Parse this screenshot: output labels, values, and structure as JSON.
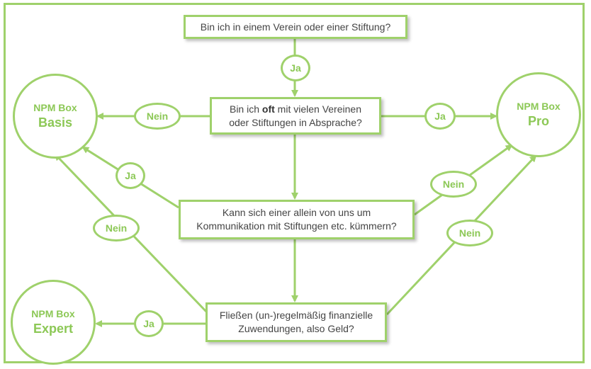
{
  "questions": {
    "q1": "Bin ich in einem Verein oder einer Stiftung?",
    "q2": {
      "pre": "Bin ich ",
      "bold": "oft",
      "post": " mit vielen Vereinen",
      "line2": "oder Stiftungen in Absprache?"
    },
    "q3": {
      "line1": "Kann sich einer allein von uns um",
      "line2": "Kommunikation mit Stiftungen etc. kümmern?"
    },
    "q4": {
      "line1": "Fließen (un-)regelmäßig finanzielle",
      "line2": "Zuwendungen, also Geld?"
    }
  },
  "outcomes": {
    "basis": {
      "small": "NPM Box",
      "big": "Basis"
    },
    "pro": {
      "small": "NPM Box",
      "big": "Pro"
    },
    "expert": {
      "small": "NPM Box",
      "big": "Expert"
    }
  },
  "edge_labels": {
    "q1_q2": "Ja",
    "q2_basis": "Nein",
    "q2_pro": "Ja",
    "q3_basis": "Ja",
    "q3_pro": "Nein",
    "q4_basis": "Nein",
    "q4_pro": "Nein",
    "q4_expert": "Ja"
  },
  "colors": {
    "accent": "#9fd16b",
    "label_text": "#8cc856",
    "body_text": "#444444"
  }
}
